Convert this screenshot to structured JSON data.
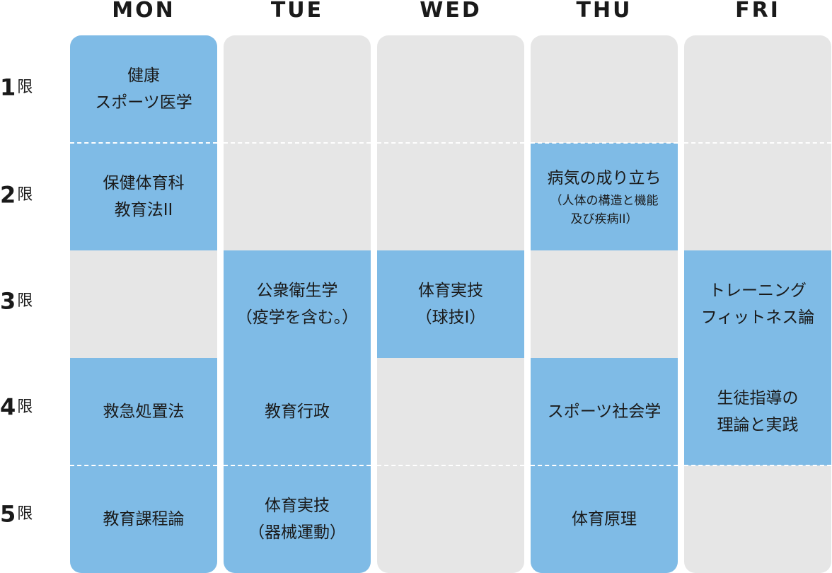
{
  "days": [
    "MON",
    "TUE",
    "WED",
    "THU",
    "FRI"
  ],
  "periods": [
    {
      "num": "1",
      "suffix": "限"
    },
    {
      "num": "2",
      "suffix": "限"
    },
    {
      "num": "3",
      "suffix": "限"
    },
    {
      "num": "4",
      "suffix": "限"
    },
    {
      "num": "5",
      "suffix": "限"
    }
  ],
  "colors": {
    "filled": "#7fbbe6",
    "empty": "#e6e6e6",
    "divider": "#ffffff",
    "text": "#1a1a1a"
  },
  "schedule": {
    "mon": {
      "p1": {
        "title": "健康\nスポーツ医学",
        "sub": ""
      },
      "p2": {
        "title": "保健体育科\n教育法II",
        "sub": ""
      },
      "p3": {
        "title": "",
        "sub": ""
      },
      "p4": {
        "title": "救急処置法",
        "sub": ""
      },
      "p5": {
        "title": "教育課程論",
        "sub": ""
      }
    },
    "tue": {
      "p1": {
        "title": "",
        "sub": ""
      },
      "p2": {
        "title": "",
        "sub": ""
      },
      "p3": {
        "title": "公衆衛生学\n（疫学を含む。）",
        "sub": ""
      },
      "p4": {
        "title": "教育行政",
        "sub": ""
      },
      "p5": {
        "title": "体育実技\n（器械運動）",
        "sub": ""
      }
    },
    "wed": {
      "p1": {
        "title": "",
        "sub": ""
      },
      "p2": {
        "title": "",
        "sub": ""
      },
      "p3": {
        "title": "体育実技\n（球技I）",
        "sub": ""
      },
      "p4": {
        "title": "",
        "sub": ""
      },
      "p5": {
        "title": "",
        "sub": ""
      }
    },
    "thu": {
      "p1": {
        "title": "",
        "sub": ""
      },
      "p2": {
        "title": "病気の成り立ち",
        "sub": "（人体の構造と機能\n及び疾病II）"
      },
      "p3": {
        "title": "",
        "sub": ""
      },
      "p4": {
        "title": "スポーツ社会学",
        "sub": ""
      },
      "p5": {
        "title": "体育原理",
        "sub": ""
      }
    },
    "fri": {
      "p1": {
        "title": "",
        "sub": ""
      },
      "p2": {
        "title": "",
        "sub": ""
      },
      "p3": {
        "title": "トレーニング\nフィットネス論",
        "sub": ""
      },
      "p4": {
        "title": "生徒指導の\n理論と実践",
        "sub": ""
      },
      "p5": {
        "title": "",
        "sub": ""
      }
    }
  }
}
